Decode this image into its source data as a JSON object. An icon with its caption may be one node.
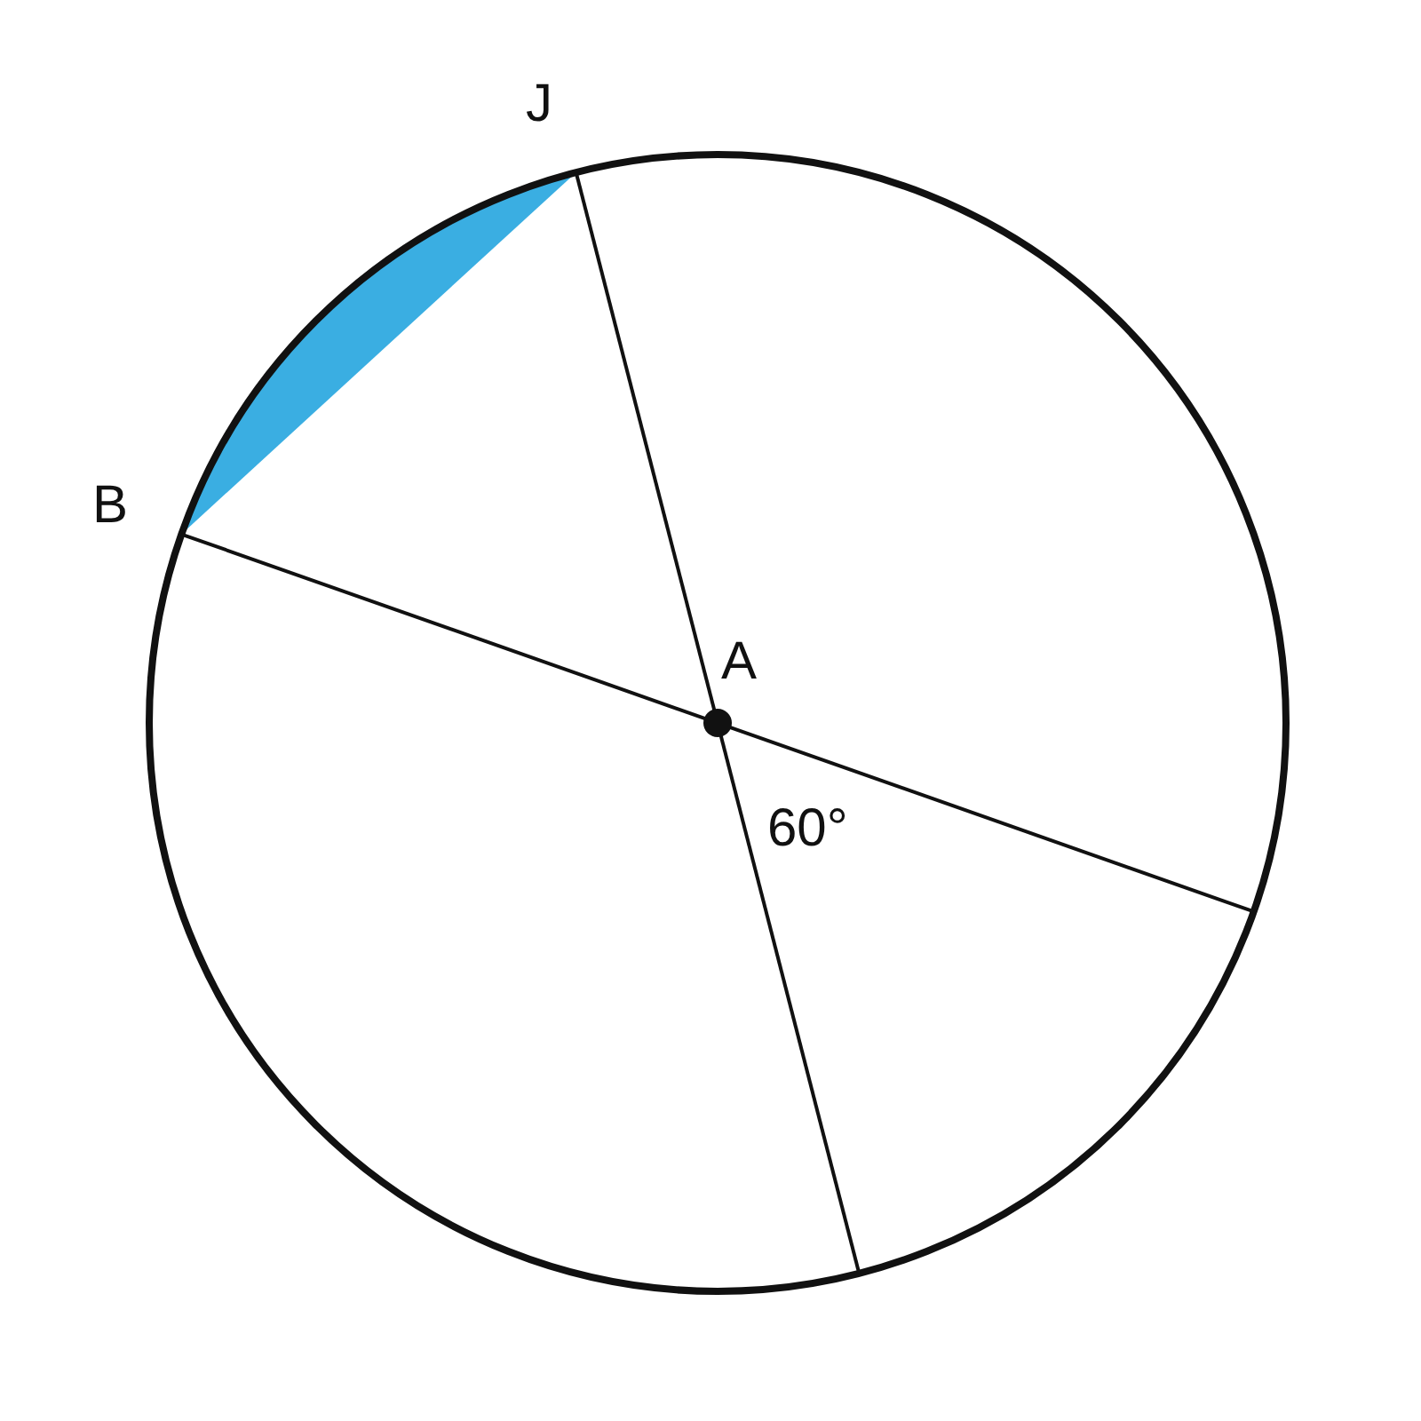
{
  "diagram": {
    "labels": [
      "J",
      "B",
      "A",
      "60°"
    ]
  }
}
